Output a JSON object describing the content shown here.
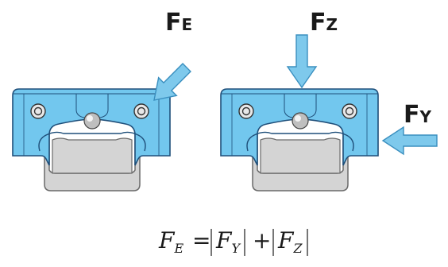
{
  "labels": {
    "fe": {
      "main": "F",
      "sub": "E"
    },
    "fz": {
      "main": "F",
      "sub": "Z"
    },
    "fy": {
      "main": "F",
      "sub": "Y"
    }
  },
  "equation": {
    "lhs_main": "F",
    "lhs_sub": "E",
    "equals": "=",
    "term1_main": "F",
    "term1_sub": "Y",
    "plus": "+",
    "term2_main": "F",
    "term2_sub": "Z"
  },
  "colors": {
    "carriage_fill": "#72c7ee",
    "carriage_stroke": "#1f4f7a",
    "rail_fill": "#d4d4d4",
    "rail_stroke": "#6a6a6a",
    "arrow_fill": "#7ec9ec",
    "arrow_stroke": "#3a8fbf"
  }
}
